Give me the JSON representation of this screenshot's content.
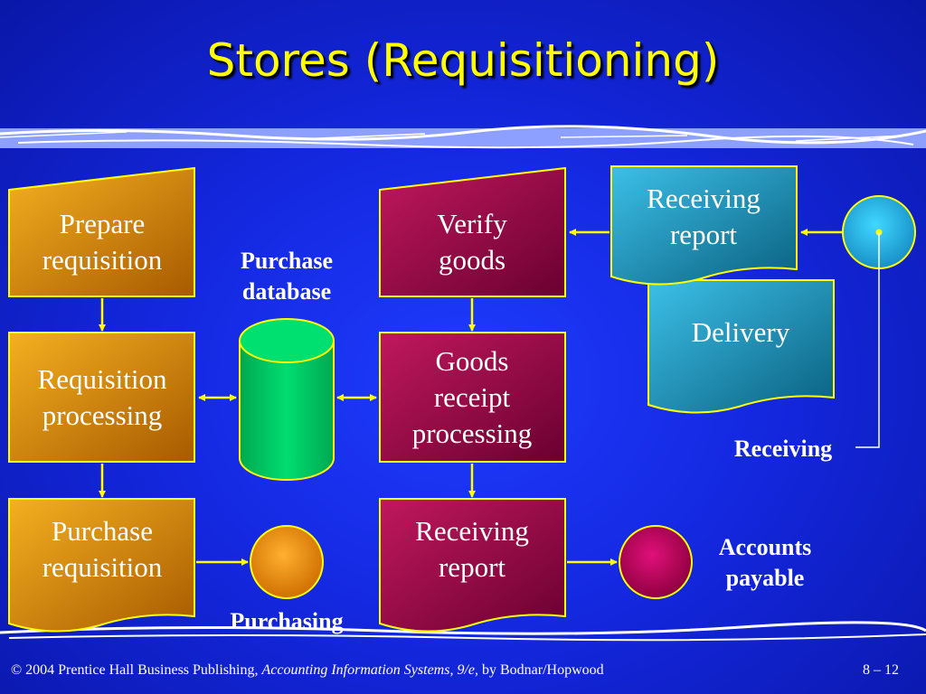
{
  "slide": {
    "title": "Stores (Requisitioning)",
    "footer": {
      "copyright": "© 2004 Prentice Hall Business Publishing,",
      "book_title": "Accounting Information Systems, 9/e",
      "authors": ", by Bodnar/Hopwood",
      "page": "8 – 12"
    }
  },
  "diagram": {
    "prepare_requisition": [
      "Prepare",
      "requisition"
    ],
    "requisition_processing": [
      "Requisition",
      "processing"
    ],
    "purchase_requisition": [
      "Purchase",
      "requisition"
    ],
    "purchase_database": [
      "Purchase",
      "database"
    ],
    "purchasing": "Purchasing",
    "verify_goods": [
      "Verify",
      "goods"
    ],
    "goods_receipt_processing": [
      "Goods",
      "receipt",
      "processing"
    ],
    "receiving_report_out": [
      "Receiving",
      "report"
    ],
    "receiving_report_in": [
      "Receiving",
      "report"
    ],
    "delivery": "Delivery",
    "receiving": "Receiving",
    "accounts_payable": [
      "Accounts",
      "payable"
    ]
  },
  "colors": {
    "orange": "#d88a0a",
    "maroon": "#a0104a",
    "teal": "#1e8ab0",
    "green": "#00cc66",
    "yellow": "#ffff00",
    "magenta": "#cc0066"
  }
}
